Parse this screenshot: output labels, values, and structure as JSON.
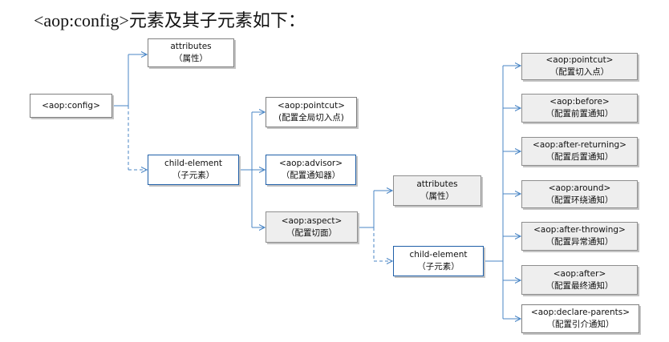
{
  "title": "<aop:config>元素及其子元素如下：",
  "nodes": {
    "config": {
      "line1": "<aop:config>"
    },
    "attributes1": {
      "line1": "attributes",
      "line2": "（属性）"
    },
    "child1": {
      "line1": "child-element",
      "line2": "（子元素）"
    },
    "pointcut1": {
      "line1": "<aop:pointcut>",
      "line2": "(配置全局切入点)"
    },
    "advisor": {
      "line1": "<aop:advisor>",
      "line2": "（配置通知器）"
    },
    "aspect": {
      "line1": "<aop:aspect>",
      "line2": "（配置切面）"
    },
    "attributes2": {
      "line1": "attributes",
      "line2": "（属性）"
    },
    "child2": {
      "line1": "child-element",
      "line2": "（子元素）"
    },
    "pointcut2": {
      "line1": "<aop:pointcut>",
      "line2": "（配置切入点）"
    },
    "before": {
      "line1": "<aop:before>",
      "line2": "（配置前置通知）"
    },
    "afterReturning": {
      "line1": "<aop:after-returning>",
      "line2": "（配置后置通知）"
    },
    "around": {
      "line1": "<aop:around>",
      "line2": "（配置环绕通知）"
    },
    "afterThrowing": {
      "line1": "<aop:after-throwing>",
      "line2": "（配置异常通知）"
    },
    "after": {
      "line1": "<aop:after>",
      "line2": "（配置最终通知）"
    },
    "declareParents": {
      "line1": "<aop:declare-parents>",
      "line2": "（配置引介通知）"
    }
  }
}
